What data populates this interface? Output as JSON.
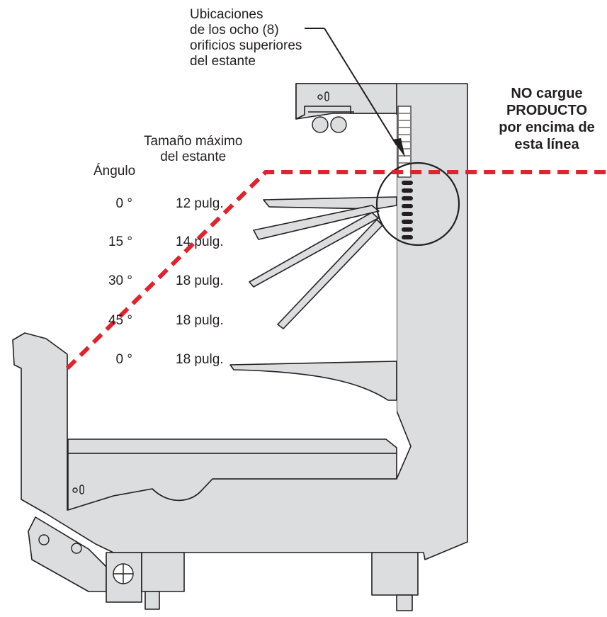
{
  "callout": {
    "lines": [
      "Ubicaciones",
      "de los ocho (8)",
      "orificios superiores",
      "del estante"
    ]
  },
  "warning": {
    "lines": [
      "NO cargue",
      "PRODUCTO",
      "por encima de",
      "esta línea"
    ]
  },
  "headers": {
    "angle": "Ángulo",
    "size_lines": [
      "Tamaño máximo",
      "del estante"
    ]
  },
  "shelves": [
    {
      "angle": "0 °",
      "size": "12 pulg."
    },
    {
      "angle": "15 °",
      "size": "14 pulg."
    },
    {
      "angle": "30 °",
      "size": "18 pulg."
    },
    {
      "angle": "45 °",
      "size": "18 pulg."
    },
    {
      "angle": "0 °",
      "size": "18 pulg."
    }
  ],
  "colors": {
    "cabinet_fill": "#dcddde",
    "outline": "#231f20",
    "load_line": "#e0232c"
  }
}
